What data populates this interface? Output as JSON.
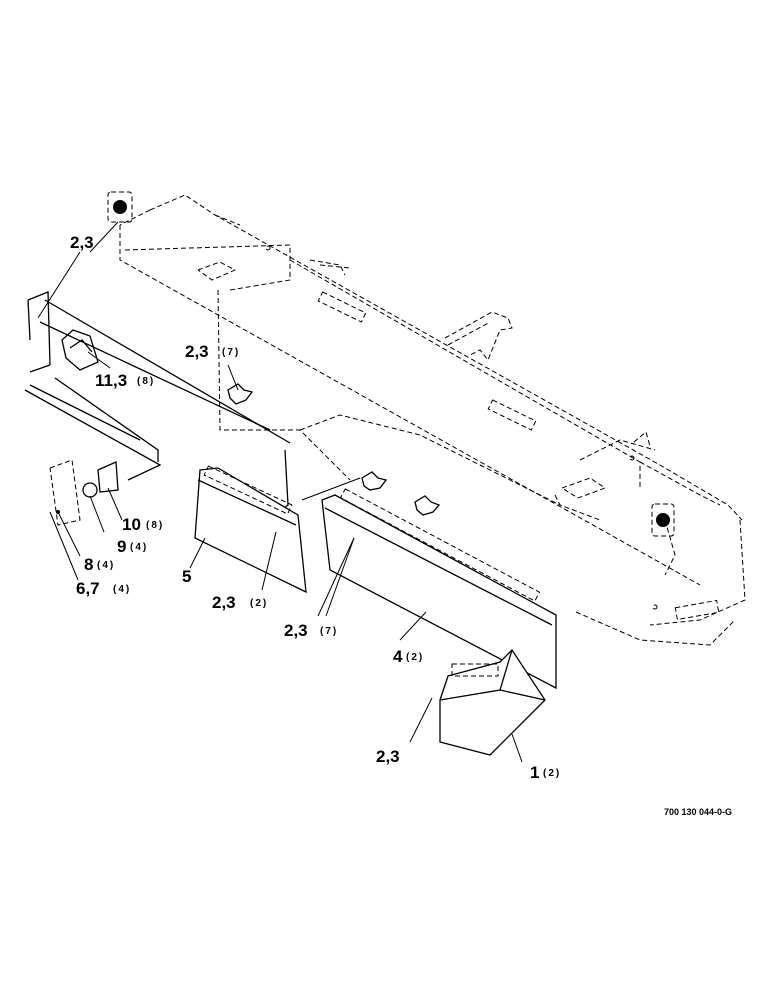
{
  "drawing_number": "700 130 044-0-G",
  "callouts": {
    "top_left": "2,3",
    "center_upper_num": "2,3",
    "center_upper_qty": "(7)",
    "c11_num": "11,3",
    "c11_qty": "(8)",
    "c10_num": "10",
    "c10_qty": "(8)",
    "c9_num": "9",
    "c9_qty": "(4)",
    "c8_num": "8",
    "c8_qty": "(4)",
    "c67_num": "6,7",
    "c67_qty": "(4)",
    "c5_num": "5",
    "c23b_num": "2,3",
    "c23b_qty": "(2)",
    "c23c_num": "2,3",
    "c23c_qty": "(7)",
    "c4_num": "4",
    "c4_qty": "(2)",
    "c23d_num": "2,3",
    "c1_num": "1",
    "c1_qty": "(2)"
  }
}
